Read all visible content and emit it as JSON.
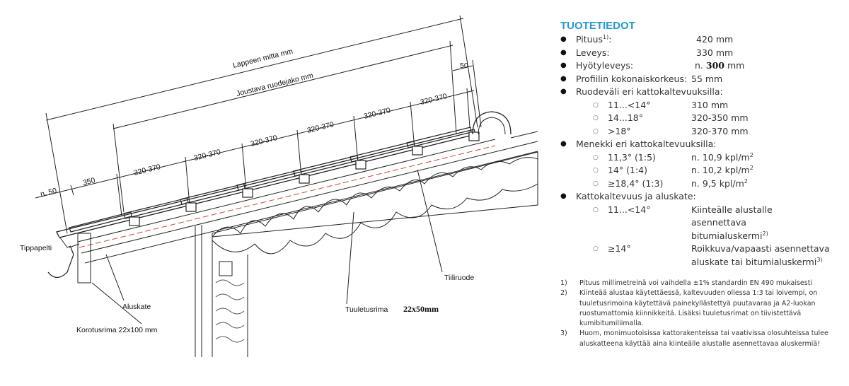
{
  "diagram": {
    "labels": {
      "lappeen_mitta": "Lappeen mitta mm",
      "joustava_ruodejako": "Joustava ruodejako mm",
      "top_50": "50",
      "n50": "n. 50",
      "first": "350",
      "spacing": [
        "320-370",
        "320-370",
        "320-370",
        "320-370",
        "320-370",
        "320-370"
      ],
      "tippapelti": "Tippapelti",
      "aluskate": "Aluskate",
      "korotusrima": "Korotusrima 22x100 mm",
      "tuuletusrima": "Tuuletusrima",
      "tuuletusrima_size": "22x50mm",
      "tiiliruode": "Tiiliruode"
    },
    "colors": {
      "line": "#222222",
      "underlay": "#d04040"
    }
  },
  "product": {
    "title": "TUOTETIEDOT",
    "items": [
      {
        "label": "Pituus",
        "sup": "1)",
        "suffix": ":",
        "value": "420 mm"
      },
      {
        "label": "Leveys:",
        "value": "330 mm"
      },
      {
        "label": "Hyötyleveys:",
        "value_prefix": "n.",
        "value_bold": "300",
        "value_suffix": "mm"
      },
      {
        "label": "Profiilin kokonaiskorkeus:",
        "value": "55 mm"
      }
    ],
    "ruodevali": {
      "label": "Ruodeväli eri kattokaltevuuksilla:",
      "rows": [
        {
          "label": "11...<14°",
          "value": "310 mm"
        },
        {
          "label": "14...18°",
          "value": "320-350 mm"
        },
        {
          "label": ">18°",
          "value": "320-370 mm"
        }
      ]
    },
    "menekki": {
      "label": "Menekki eri kattokaltevuuksilla:",
      "unit_sup": "2",
      "rows": [
        {
          "label": "11,3° (1:5)",
          "value": "n. 10,9 kpl/m"
        },
        {
          "label": "14° (1:4)",
          "value": "n. 10,2 kpl/m"
        },
        {
          "label": "≥18,4° (1:3)",
          "value": "n. 9,5 kpl/m"
        }
      ]
    },
    "aluskate": {
      "label": "Kattokaltevuus ja aluskate:",
      "rows": [
        {
          "label": "11...<14°",
          "lines": [
            "Kiinteälle alustalle",
            "asennettava",
            "bitumialuskermi"
          ],
          "sup": "2)"
        },
        {
          "label": "≥14°",
          "lines": [
            "Roikkuva/vapaasti asennettava",
            "aluskate tai bitumialuskermi"
          ],
          "sup": "3)"
        }
      ]
    }
  },
  "notes": [
    {
      "n": "1)",
      "text": "Pituus millimetreinä voi vaihdella ±1% standardin EN 490 mukaisesti"
    },
    {
      "n": "2)",
      "text": "Kiinteää alustaa käytettäessä, kaltevuuden ollessa 1:3 tai loivempi, on tuuletusrimoina käytettävä painekyllästettyä puutavaraa ja A2-luokan ruostumattomia kiinnikkeitä. Lisäksi tuuletusrimat on tiivistettävä kumibitumiliimalla."
    },
    {
      "n": "3)",
      "text": "Huom, monimuotoisissa kattorakenteissa tai vaativissa olosuhteissa tulee aluskatteena käyttää aina kiinteälle alustalle asennettavaa aluskermiä!"
    }
  ]
}
